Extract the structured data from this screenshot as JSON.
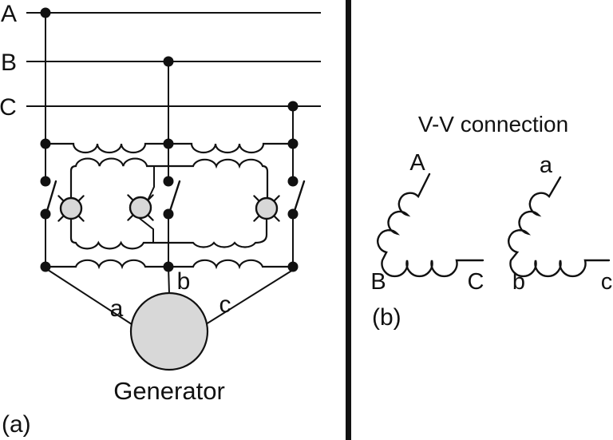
{
  "colors": {
    "background": "#ffffff",
    "line": "#111111",
    "component_fill": "#d8d8d8"
  },
  "panel_a": {
    "tag": "(a)",
    "buses": [
      {
        "label": "A"
      },
      {
        "label": "B"
      },
      {
        "label": "C"
      }
    ],
    "generator": {
      "label": "Generator",
      "terminals": [
        {
          "label": "a"
        },
        {
          "label": "b"
        },
        {
          "label": "c"
        }
      ]
    }
  },
  "panel_b": {
    "tag": "(b)",
    "title": "V-V connection",
    "primary": {
      "top": "A",
      "bottom_left": "B",
      "bottom_right": "C"
    },
    "secondary": {
      "top": "a",
      "bottom_left": "b",
      "bottom_right": "c"
    }
  }
}
